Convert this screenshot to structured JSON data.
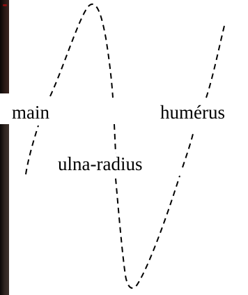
{
  "labels": {
    "main": "main",
    "ulna_radius": "ulna-radius",
    "humerus": "humérus"
  },
  "colors": {
    "line": "#000000",
    "label_text": "#000000",
    "background": "#ffffff"
  }
}
